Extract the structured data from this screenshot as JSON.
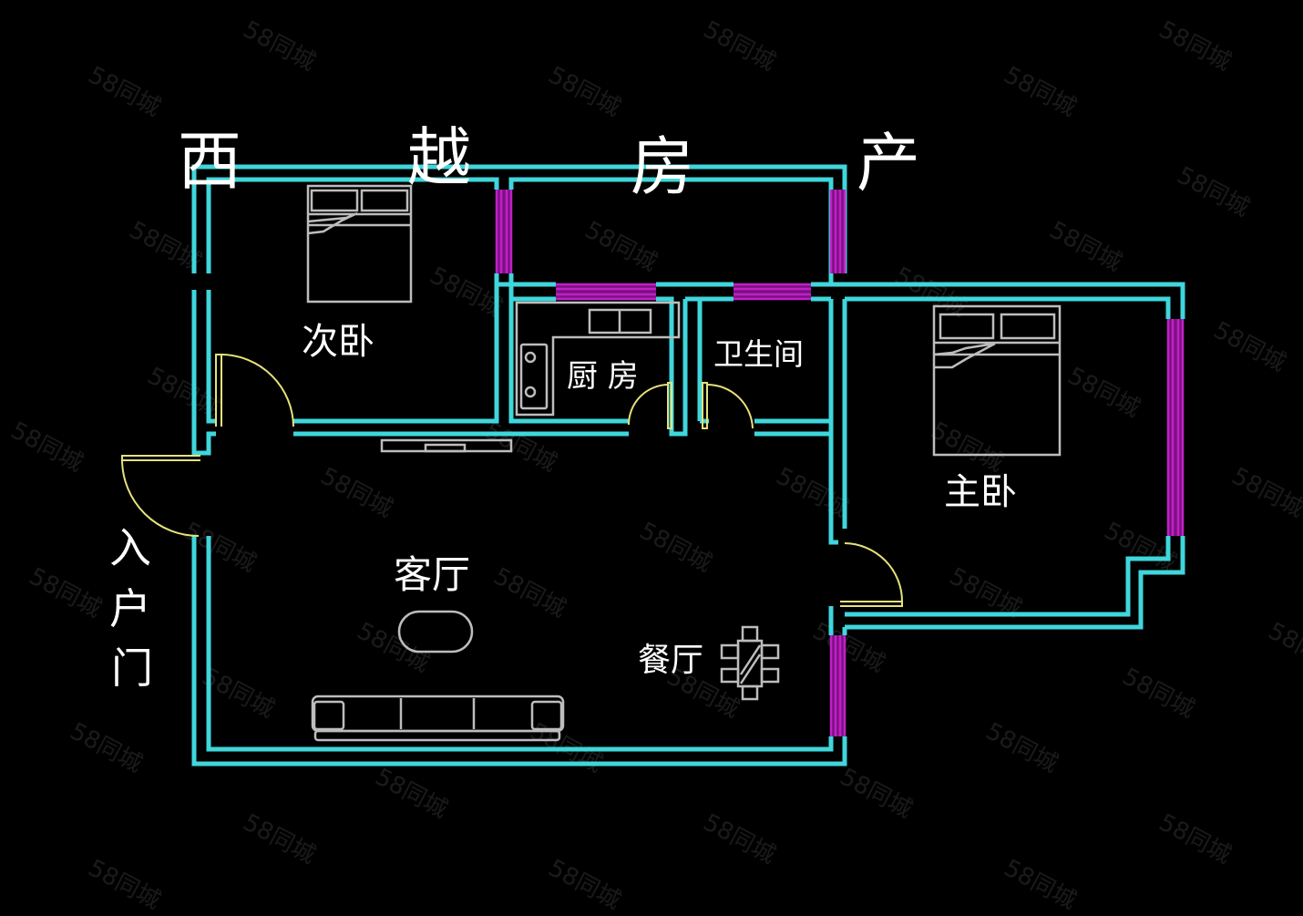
{
  "title": {
    "chars": [
      "西",
      "越",
      "房",
      "产"
    ],
    "text": "西越房产"
  },
  "rooms": {
    "second_bedroom": "次卧",
    "kitchen": "厨 房",
    "bathroom": "卫生间",
    "master_bedroom": "主卧",
    "living_room": "客厅",
    "dining_room": "餐厅"
  },
  "entrance": {
    "chars": [
      "入",
      "户",
      "门"
    ],
    "text": "入户门"
  },
  "watermark": "58同城",
  "colors": {
    "background": "#000000",
    "wall": "#3fd6dc",
    "window": "#c21fc8",
    "door": "#e6e27a",
    "furniture": "#bdbdbd",
    "text": "#ffffff"
  }
}
